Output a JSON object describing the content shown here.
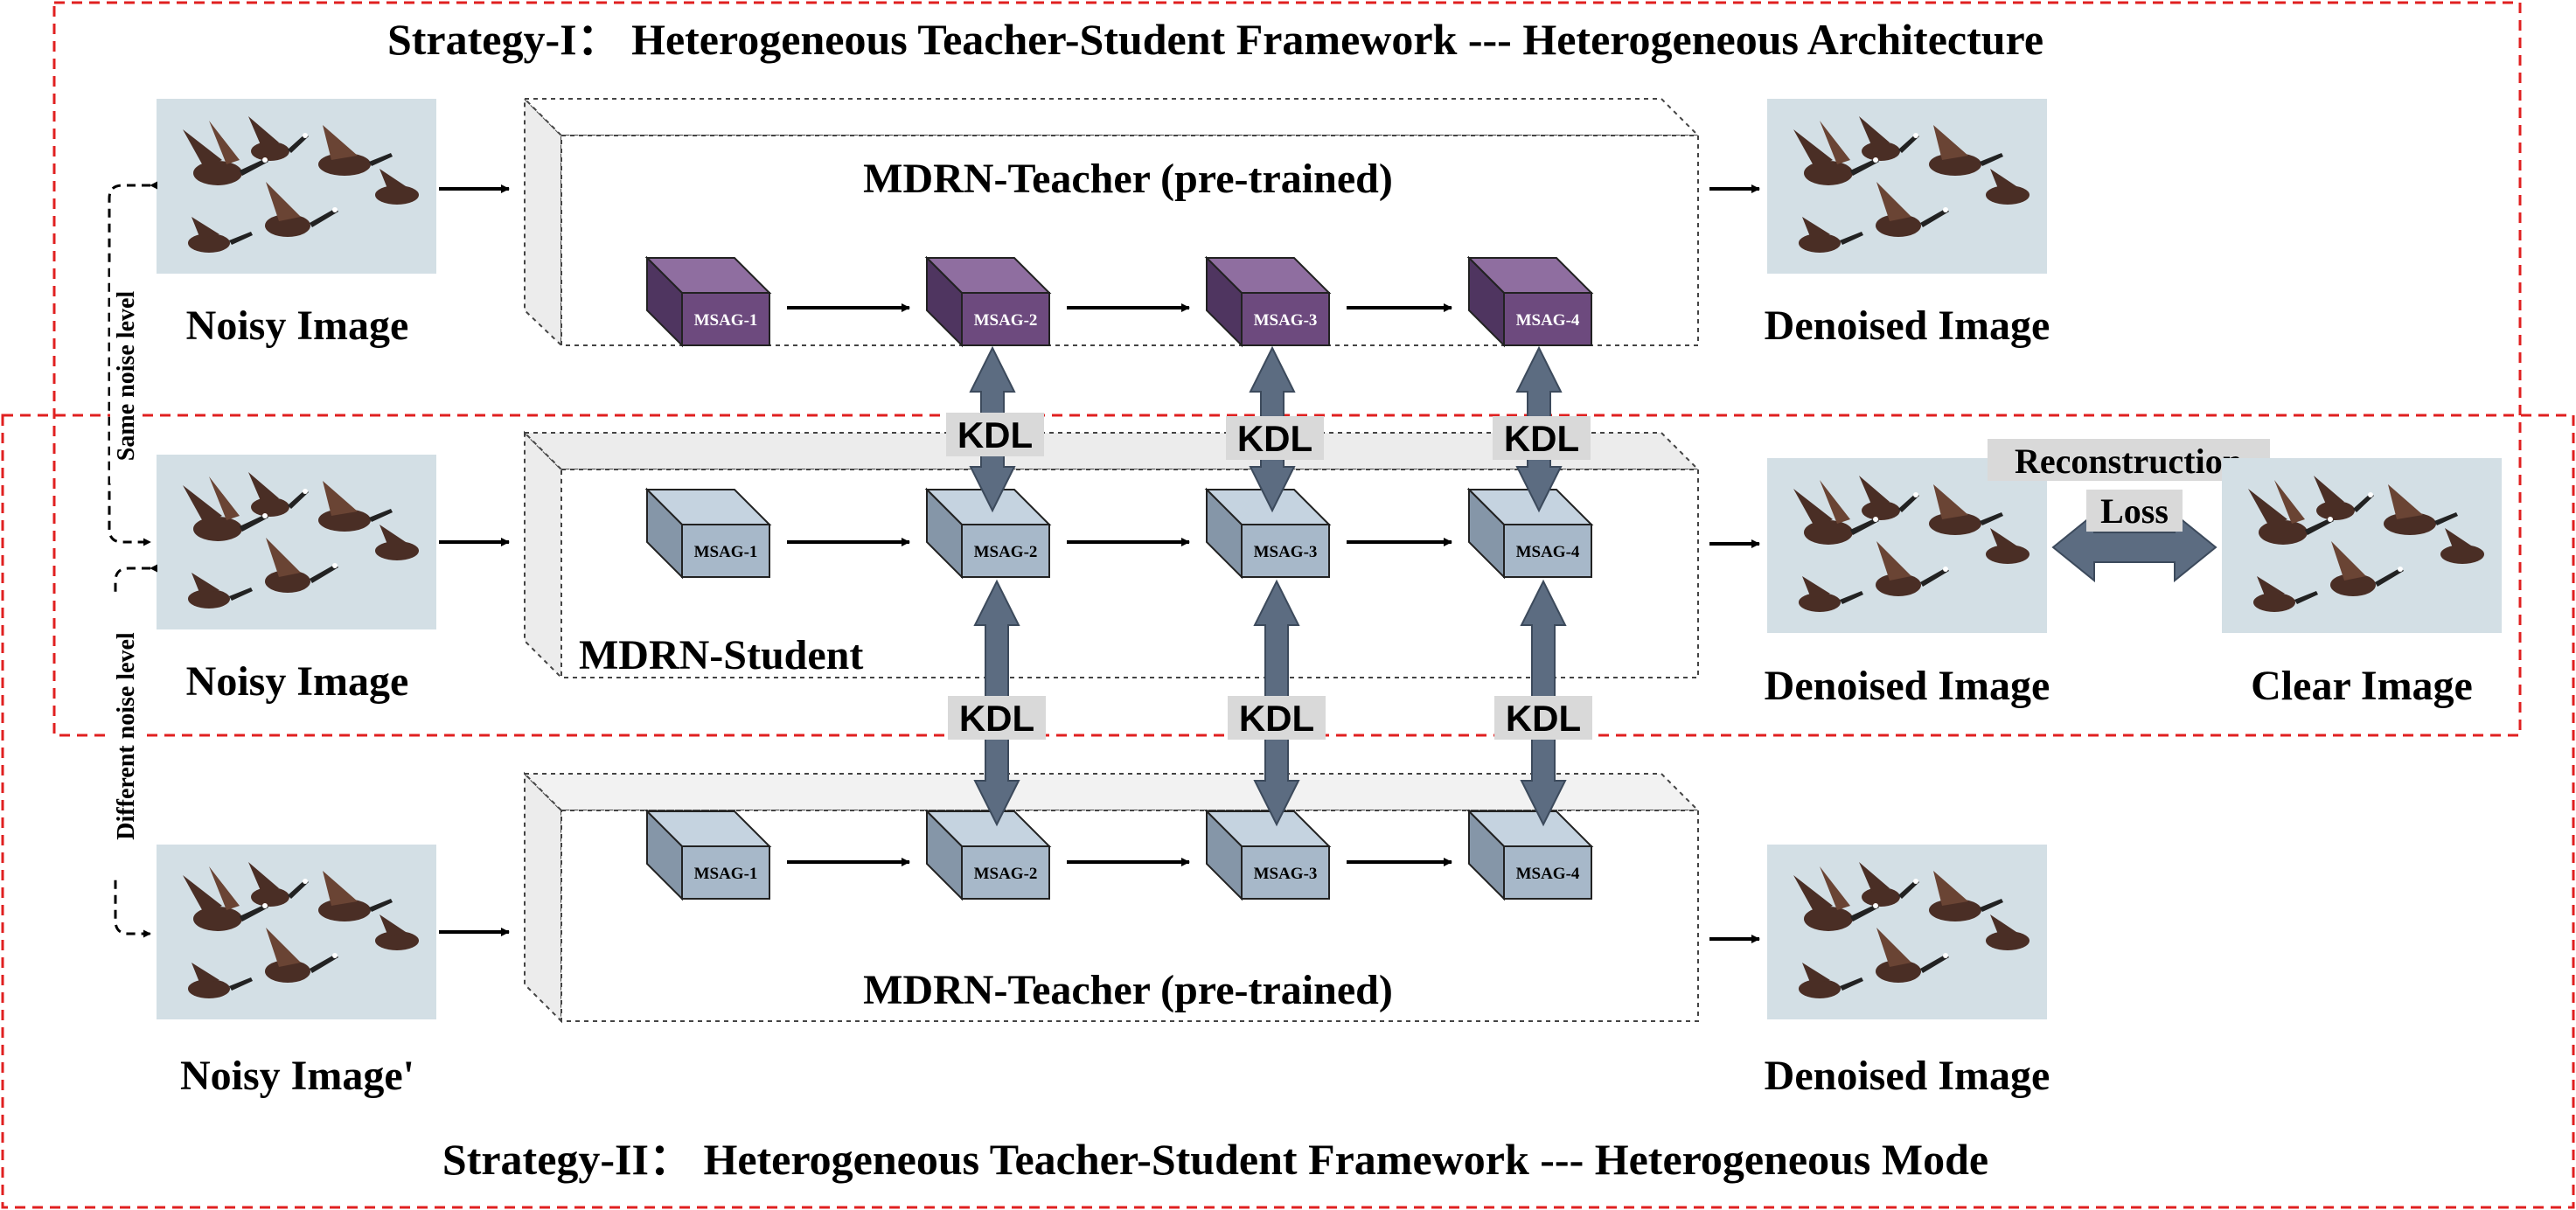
{
  "strategy_1": {
    "title": "Strategy-I： Heterogeneous Teacher-Student Framework --- Heterogeneous Architecture"
  },
  "strategy_2": {
    "title": "Strategy-II： Heterogeneous Teacher-Student Framework --- Heterogeneous Mode"
  },
  "rows": {
    "teacher_top": {
      "name": "MDRN-Teacher (pre-trained)",
      "input_label": "Noisy Image",
      "output_label": "Denoised Image"
    },
    "student": {
      "name": "MDRN-Student",
      "input_label": "Noisy Image",
      "output_label": "Denoised Image"
    },
    "teacher_bottom": {
      "name": "MDRN-Teacher (pre-trained)",
      "input_label": "Noisy Image'",
      "output_label": "Denoised Image"
    }
  },
  "blocks": [
    "MSAG-1",
    "MSAG-2",
    "MSAG-3",
    "MSAG-4"
  ],
  "kdl_label": "KDL",
  "reconstruction": {
    "line1": "Reconstruction",
    "line2": "Loss",
    "target_label": "Clear Image"
  },
  "side_labels": {
    "same": "Same noise level",
    "different": "Different noise level"
  },
  "colors": {
    "teacher_block": "#6d4a7e",
    "student_block": "#a7b8c9",
    "kdl_arrow": "#5c6c81",
    "strategy_border": "#e02020"
  }
}
